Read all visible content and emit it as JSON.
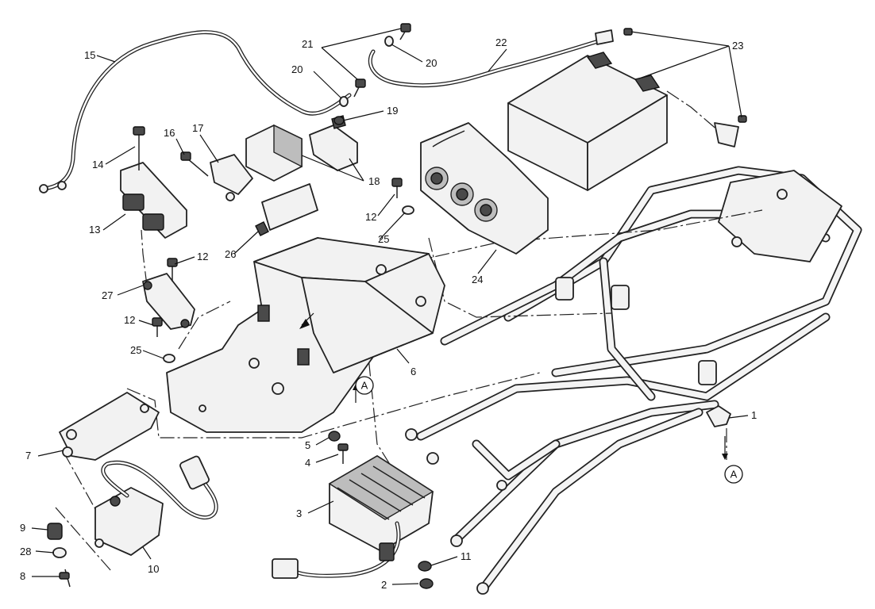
{
  "diagram": {
    "callouts": [
      "1",
      "2",
      "3",
      "4",
      "5",
      "6",
      "7",
      "8",
      "9",
      "10",
      "11",
      "12",
      "12",
      "12",
      "13",
      "14",
      "15",
      "16",
      "17",
      "18",
      "19",
      "20",
      "20",
      "21",
      "22",
      "23",
      "24",
      "25",
      "25",
      "26",
      "27",
      "28"
    ],
    "reference_marks": [
      "A",
      "A"
    ]
  }
}
